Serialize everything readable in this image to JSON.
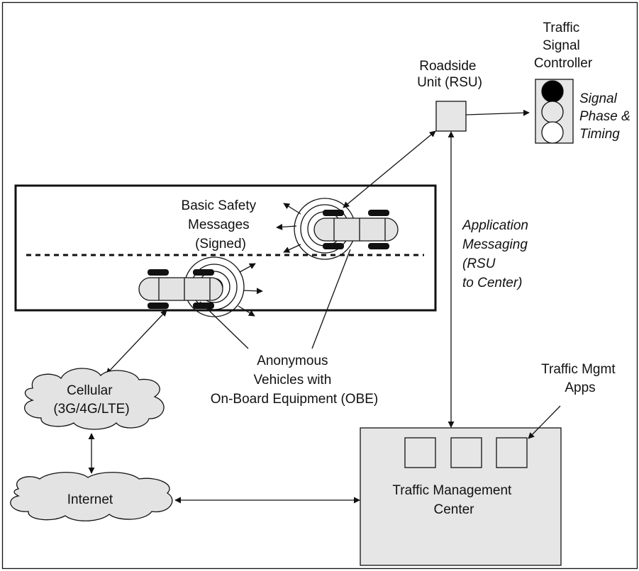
{
  "nodes": {
    "traffic_signal_controller": [
      "Traffic",
      "Signal",
      "Controller"
    ],
    "signal_phase_timing": [
      "Signal",
      "Phase &",
      "Timing"
    ],
    "roadside_unit": [
      "Roadside",
      "Unit (RSU)"
    ],
    "basic_safety_messages": [
      "Basic Safety",
      "Messages",
      "(Signed)"
    ],
    "application_messaging": [
      "Application",
      "Messaging",
      "(RSU",
      "to Center)"
    ],
    "anonymous_vehicles": [
      "Anonymous",
      "Vehicles with",
      "On-Board Equipment (OBE)"
    ],
    "cellular": [
      "Cellular",
      "(3G/4G/LTE)"
    ],
    "internet": [
      "Internet"
    ],
    "traffic_mgmt_apps": [
      "Traffic Mgmt",
      "Apps"
    ],
    "traffic_management_center": [
      "Traffic Management",
      "Center"
    ]
  },
  "colors": {
    "box_fill": "#e6e6e6",
    "cloud_fill": "#e3e3e3",
    "signal_light_on": "#000000",
    "signal_light_dim": "#e6e6e6",
    "signal_light_white": "#ffffff",
    "line": "#111111"
  }
}
